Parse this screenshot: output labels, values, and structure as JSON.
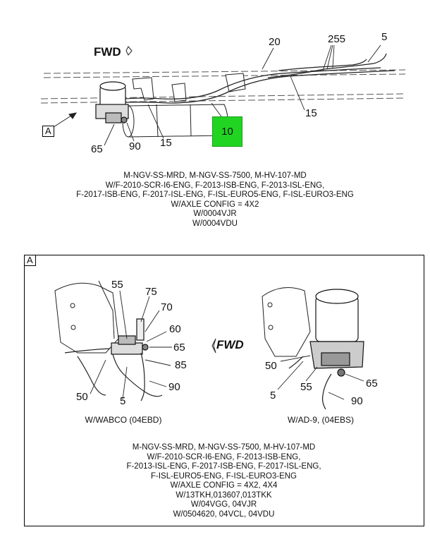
{
  "top": {
    "fwd_label": "FWD",
    "callouts": {
      "c20": "20",
      "c255": "255",
      "c5": "5",
      "c15a": "15",
      "c10": "10",
      "c65": "65",
      "c90": "90",
      "c15b": "15"
    },
    "view_ref": "A",
    "caption": [
      "M-NGV-SS-MRD, M-NGV-SS-7500, M-HV-107-MD",
      "W/F-2010-SCR-I6-ENG, F-2013-ISB-ENG, F-2013-ISL-ENG,",
      "F-2017-ISB-ENG, F-2017-ISL-ENG, F-ISL-EURO5-ENG, F-ISL-EURO3-ENG",
      "W/AXLE CONFIG = 4X2",
      "W/0004VJR",
      "W/0004VDU"
    ],
    "highlight_color": "#22d422"
  },
  "detail": {
    "box_label": "A",
    "fwd_label": "FWD",
    "left": {
      "callouts": {
        "c55": "55",
        "c75": "75",
        "c70": "70",
        "c60": "60",
        "c65": "65",
        "c85": "85",
        "c90": "90",
        "c50": "50",
        "c5": "5"
      },
      "subtitle": "W/WABCO (04EBD)"
    },
    "right": {
      "callouts": {
        "c50": "50",
        "c5": "5",
        "c55": "55",
        "c65": "65",
        "c90": "90"
      },
      "subtitle": "W/AD-9, (04EBS)"
    },
    "caption": [
      "M-NGV-SS-MRD, M-NGV-SS-7500, M-HV-107-MD",
      "W/F-2010-SCR-I6-ENG, F-2013-ISB-ENG,",
      "F-2013-ISL-ENG, F-2017-ISB-ENG, F-2017-ISL-ENG,",
      "F-ISL-EURO5-ENG, F-ISL-EURO3-ENG",
      "W/AXLE CONFIG = 4X2, 4X4",
      "W/13TKH,013607,013TKK",
      "W/04VGG, 04VJR",
      "W/0504620, 04VCL, 04VDU"
    ]
  }
}
